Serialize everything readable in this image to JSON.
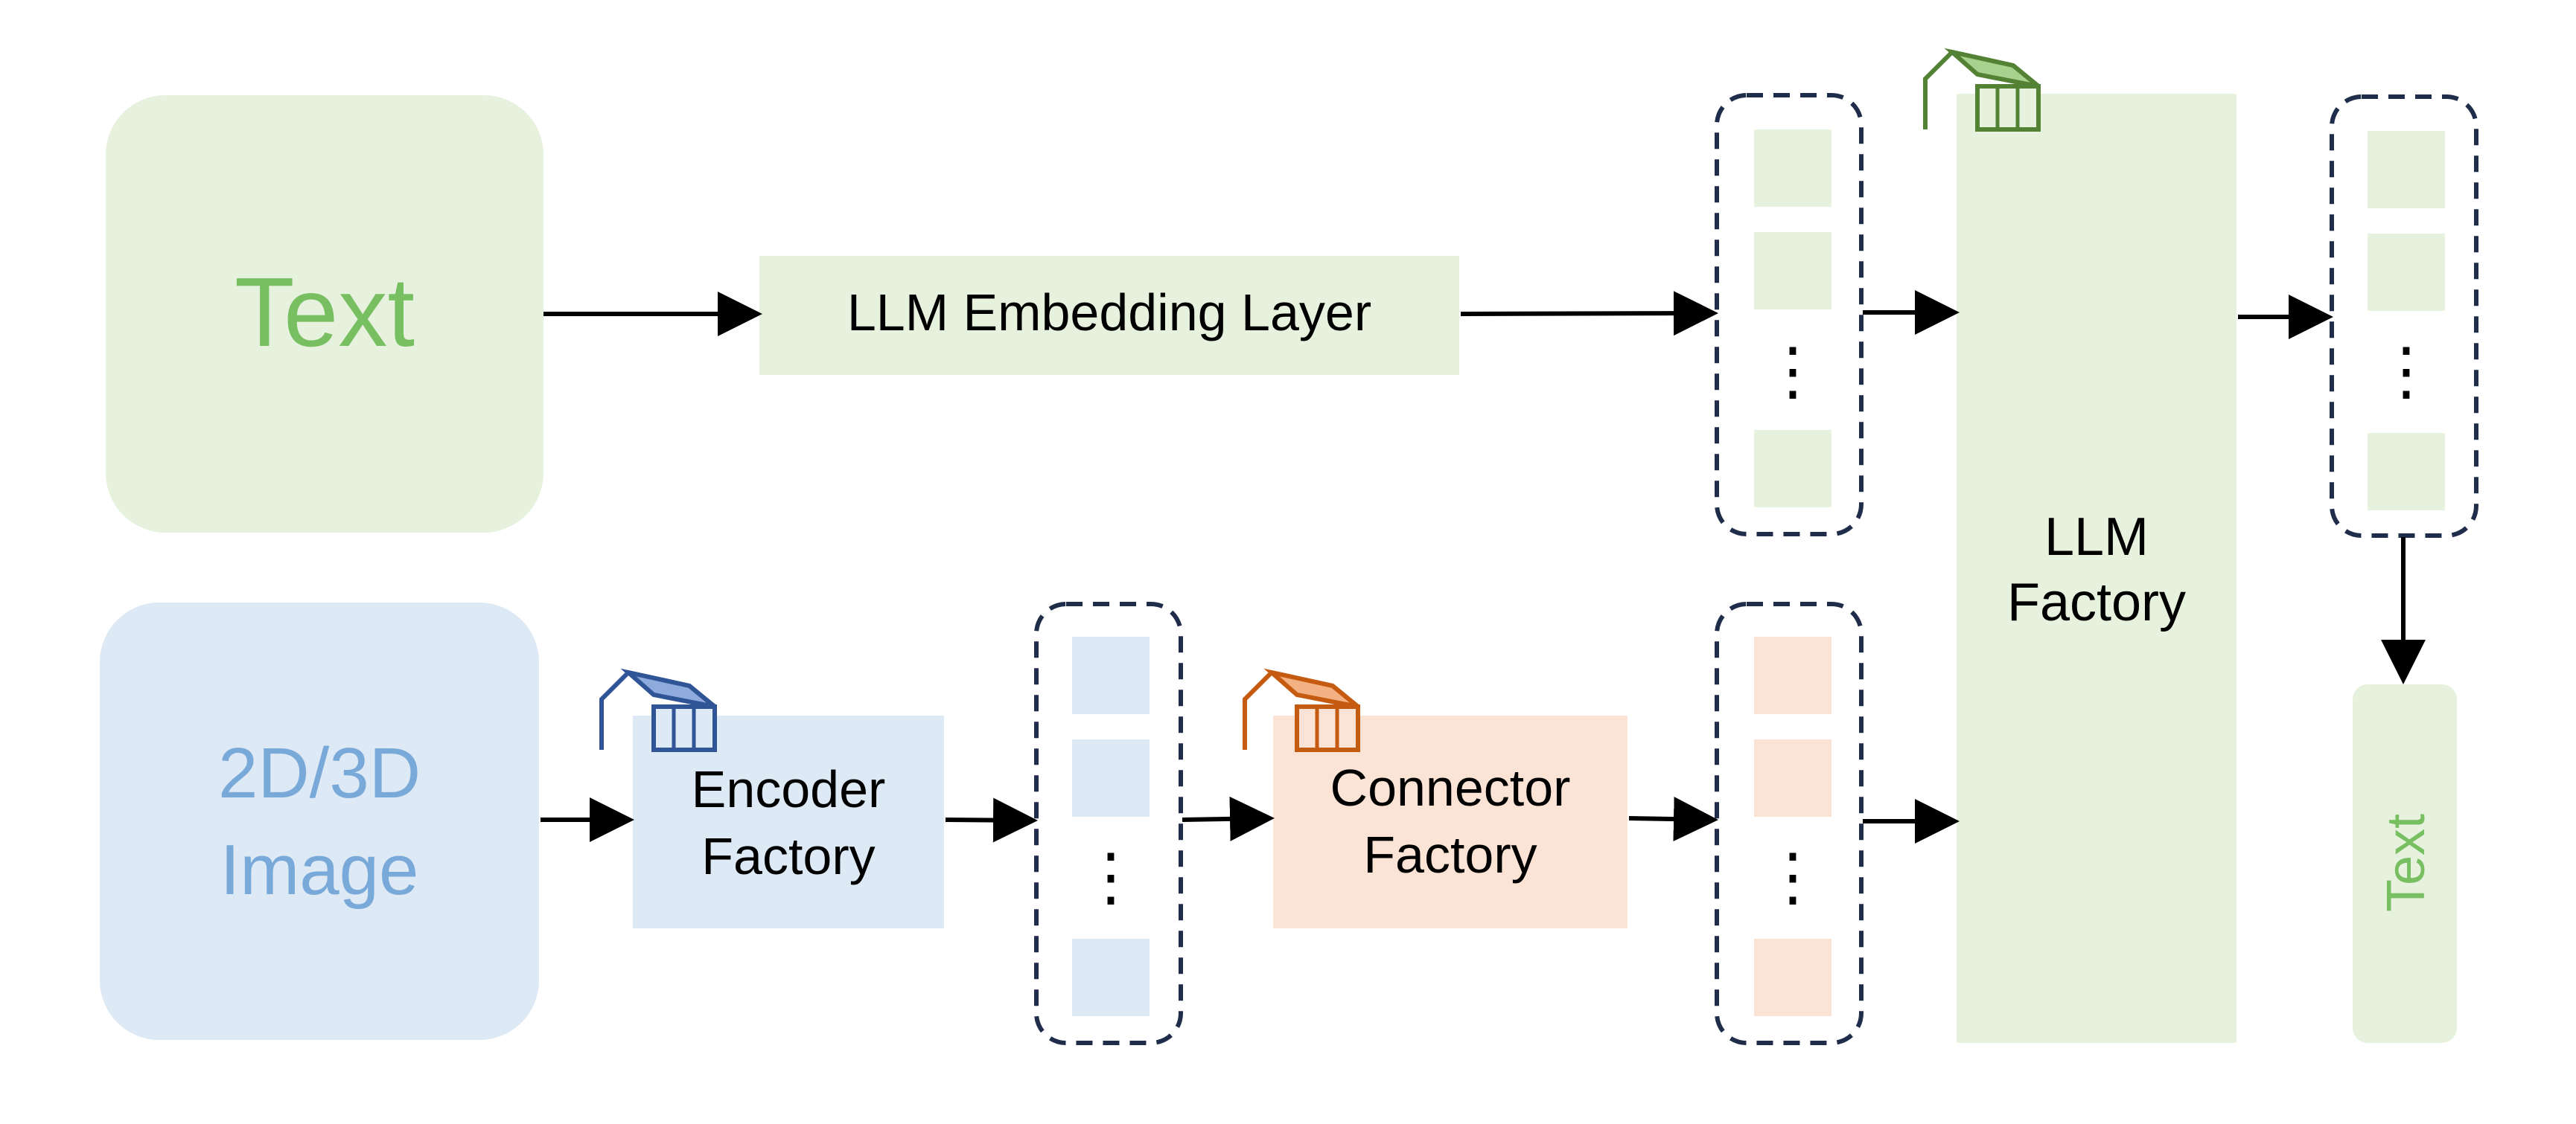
{
  "nodes": {
    "text_input": {
      "label": "Text"
    },
    "image_input": {
      "line1": "2D/3D",
      "line2": "Image"
    },
    "embedding": {
      "label": "LLM Embedding Layer"
    },
    "encoder": {
      "line1": "Encoder",
      "line2": "Factory"
    },
    "connector": {
      "line1": "Connector",
      "line2": "Factory"
    },
    "llm": {
      "line1": "LLM",
      "line2": "Factory"
    },
    "text_output": {
      "label": "Text"
    }
  },
  "token_stacks": {
    "ellipsis": "⋮"
  },
  "icons": {
    "encoder": "factory-icon",
    "connector": "factory-icon",
    "llm": "factory-icon"
  },
  "colors": {
    "green_fill": "#e6f1de",
    "green_text": "#77bf60",
    "green_icon": "#548235",
    "blue_fill": "#dde9f5",
    "blue_text": "#79a9d8",
    "blue_icon": "#2f5597",
    "orange_fill": "#fbe4d6",
    "orange_icon": "#c55a11",
    "dash_stroke": "#1f2d4a",
    "arrow": "#000000"
  }
}
